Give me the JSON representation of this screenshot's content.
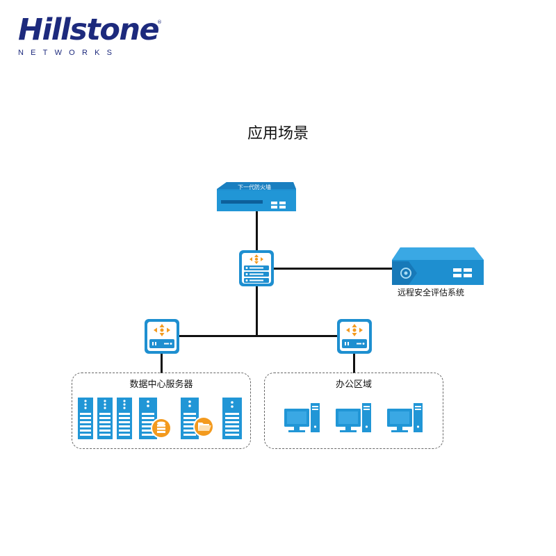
{
  "logo": {
    "wordmark": "Hillstone",
    "tagline": "NETWORKS",
    "registered": "®"
  },
  "title": "应用场景",
  "devices": {
    "firewall": {
      "label": "下一代防火墙",
      "icon": "firewall-appliance-icon"
    },
    "core_switch": {
      "icon": "core-switch-icon"
    },
    "assessment": {
      "label": "远程安全评估系统",
      "icon": "security-assessment-appliance-icon"
    },
    "switch_left": {
      "icon": "access-switch-icon"
    },
    "switch_right": {
      "icon": "access-switch-icon"
    }
  },
  "zones": {
    "datacenter": {
      "label": "数据中心服务器",
      "items": [
        "server-rack-icon",
        "server-rack-icon",
        "server-rack-icon",
        "database-server-icon",
        "file-server-icon",
        "server-icon"
      ]
    },
    "office": {
      "label": "办公区域",
      "items": [
        "desktop-computer-icon",
        "desktop-computer-icon",
        "desktop-computer-icon"
      ]
    }
  },
  "colors": {
    "brand": "#1d2a7d",
    "device_blue": "#1e8fd0",
    "device_light": "#3aa8e4",
    "accent_orange": "#f39a1e",
    "line": "#111111"
  }
}
